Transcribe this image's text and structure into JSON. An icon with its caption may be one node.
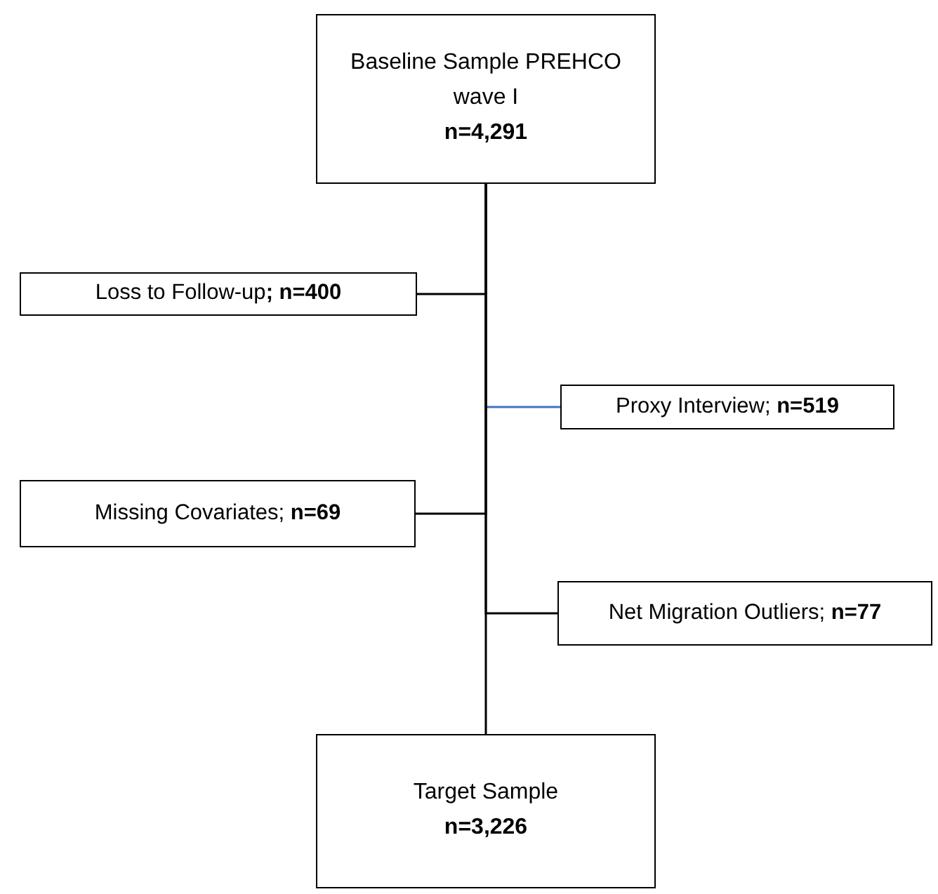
{
  "diagram": {
    "nodes": [
      {
        "text": [
          "Baseline Sample PREHCO wave I",
          "n=4,291"
        ]
      },
      {
        "text": [
          "Loss to Follow-up**; n=400**"
        ]
      },
      {
        "text": [
          "Proxy Interview; **n=519**"
        ]
      },
      {
        "text": [
          "Missing Covariates; **n=69**"
        ]
      },
      {
        "text": [
          "Net Migration Outliers; **n=77**"
        ]
      },
      {
        "text": [
          "Target Sample",
          "n=3,226"
        ]
      }
    ],
    "edges": [
      {
        "from": 0,
        "to": 1,
        "arrow": "none"
      },
      {
        "from": 0,
        "to": 2,
        "arrow": "none",
        "color": "#4472c4"
      },
      {
        "from": 0,
        "to": 3,
        "arrow": "none"
      },
      {
        "from": 0,
        "to": 4,
        "arrow": "none"
      },
      {
        "from": 0,
        "to": 5,
        "arrow": "none"
      }
    ]
  }
}
